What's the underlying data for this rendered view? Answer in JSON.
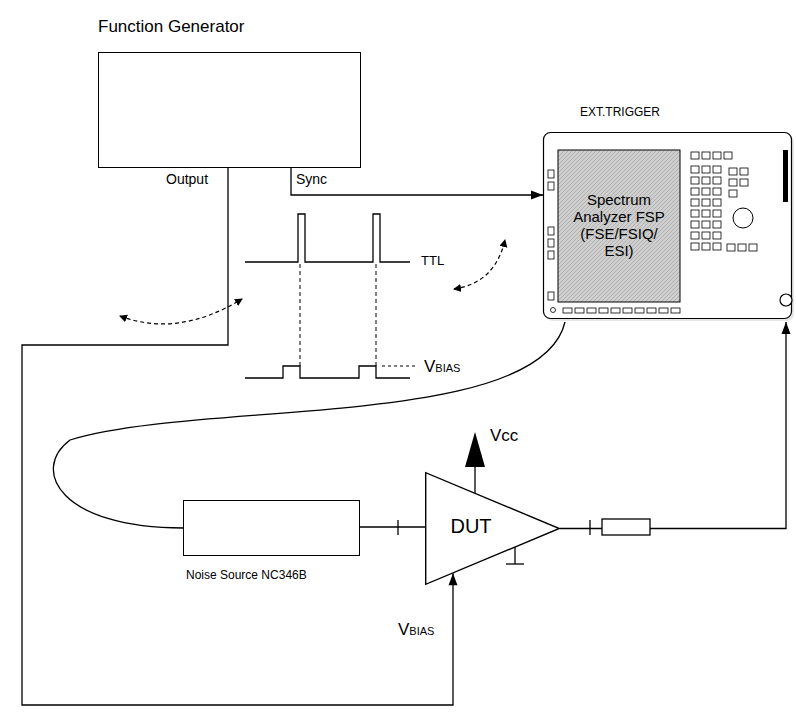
{
  "diagram": {
    "nodes": [
      {
        "text": [
          "Function Generator"
        ]
      },
      {
        "text": [
          "Spectrum Analyzer FSP (FSE/FSIQ/ ESI)"
        ]
      },
      {
        "text": [
          "Noise Source NC346B"
        ]
      },
      {
        "text": [
          "DUT"
        ]
      }
    ],
    "edges": [
      {
        "from": 0,
        "to": 1,
        "arrow": "to"
      },
      {
        "from": 1,
        "to": 2,
        "arrow": "none"
      },
      {
        "from": 2,
        "to": 3,
        "arrow": "none"
      },
      {
        "from": 3,
        "to": 1,
        "arrow": "to"
      },
      {
        "from": 0,
        "to": 3,
        "arrow": "to"
      }
    ],
    "labels": [
      "Output",
      "Sync",
      "EXT.TRIGGER",
      "TTL",
      "VBIAS",
      "Vcc",
      "VBIAS"
    ]
  }
}
